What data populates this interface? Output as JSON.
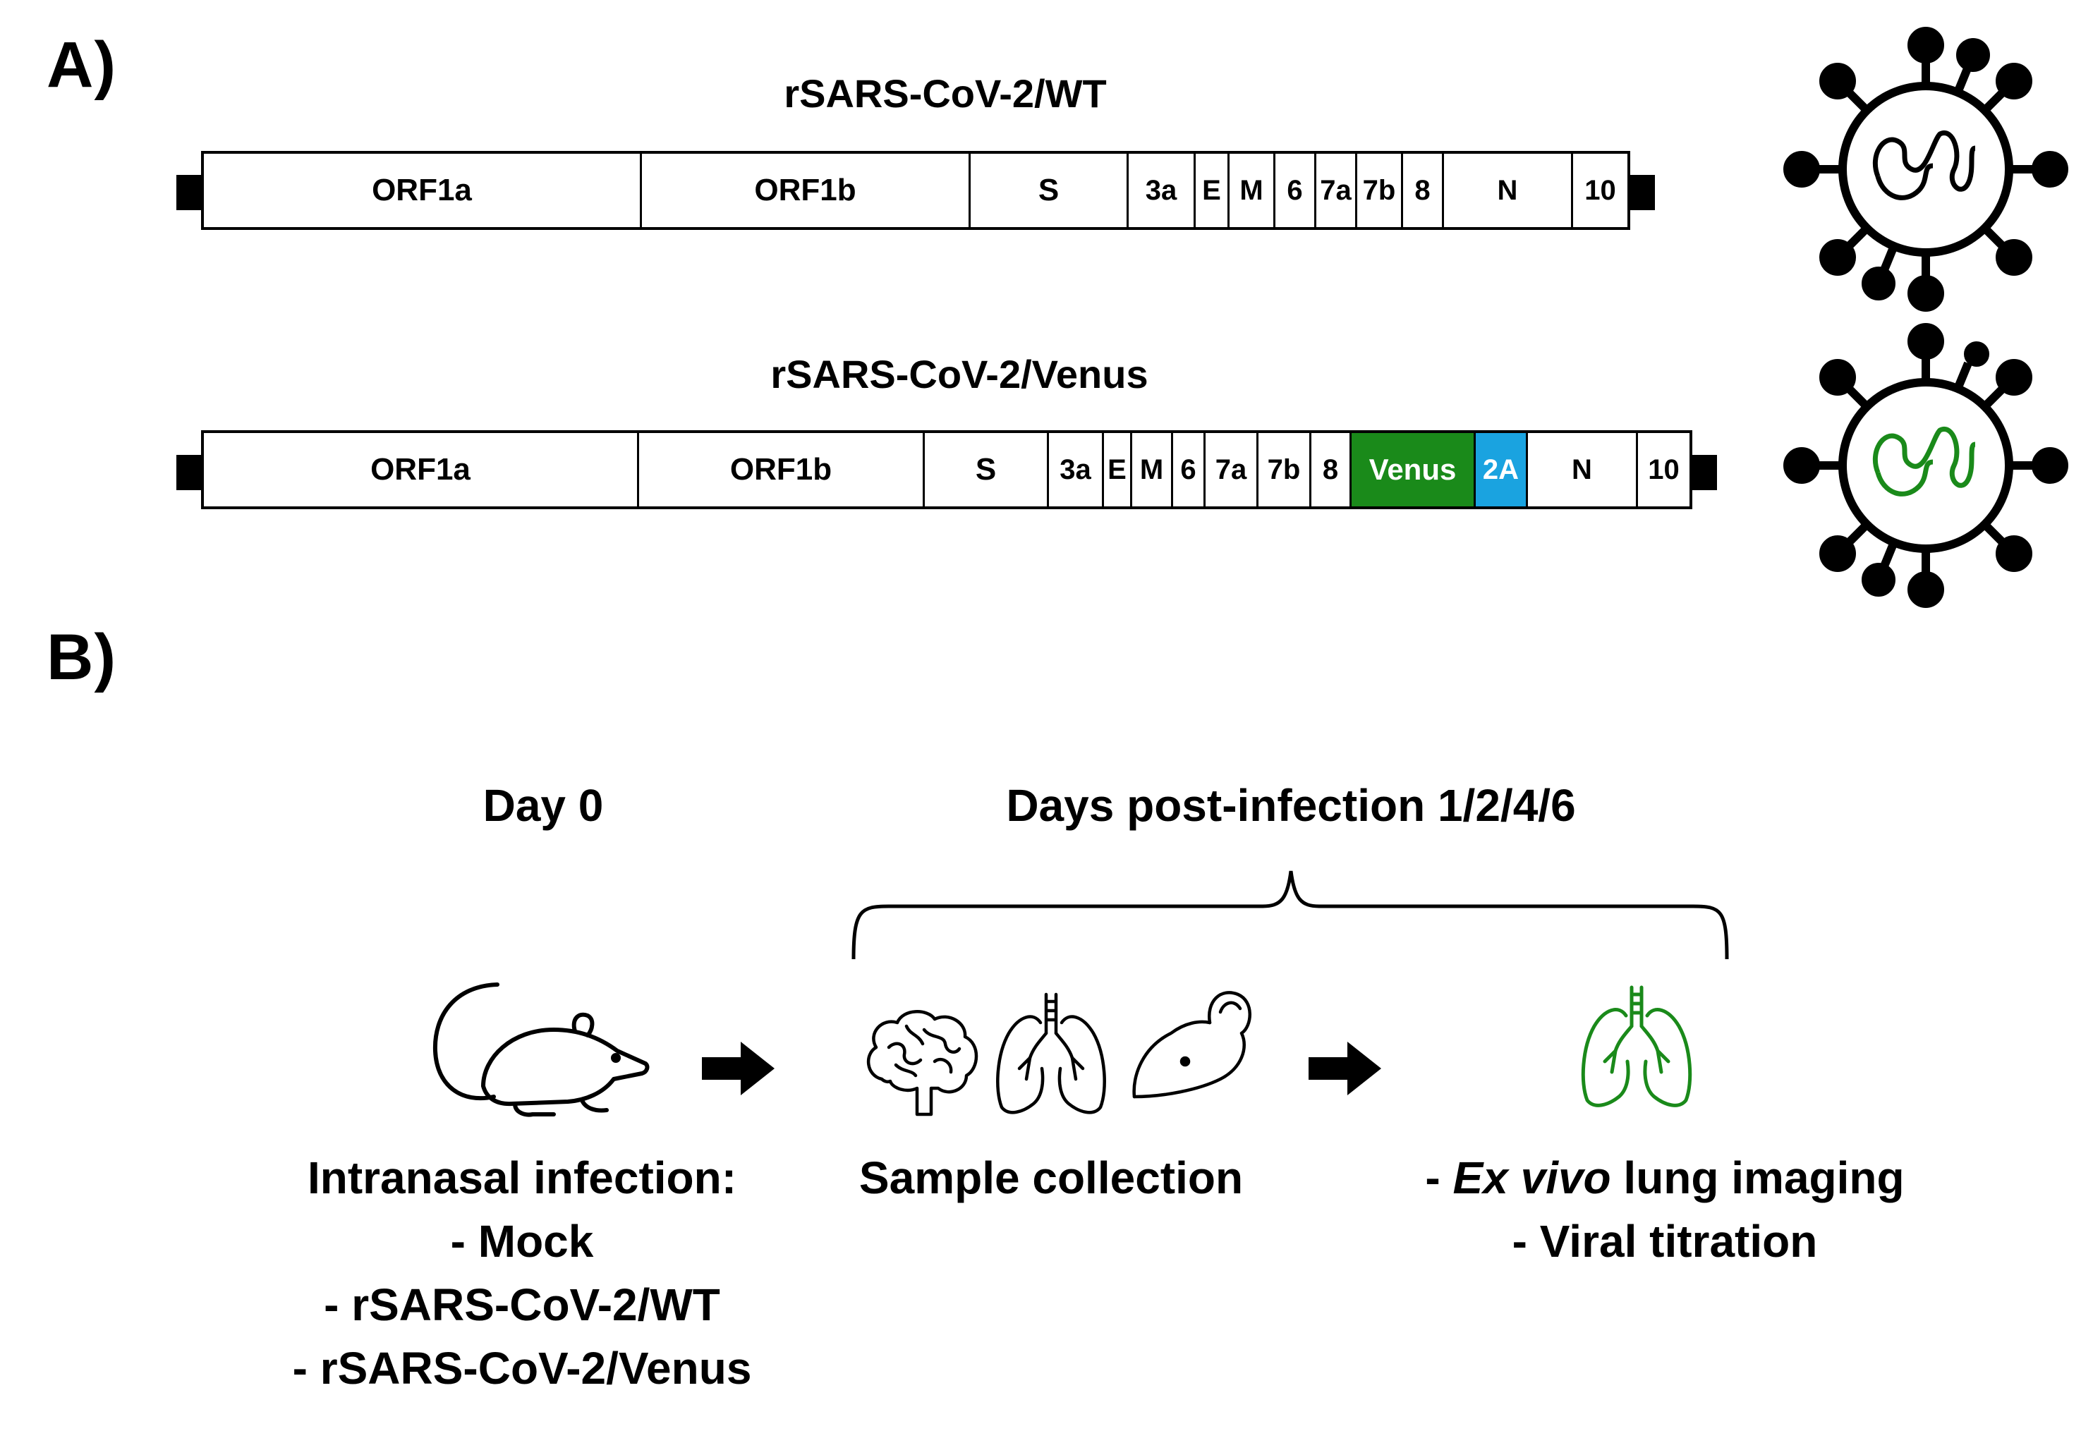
{
  "panel_a": {
    "label": "A)",
    "wt": {
      "title": "rSARS-CoV-2/WT",
      "genes": [
        "ORF1a",
        "ORF1b",
        "S",
        "3a",
        "E",
        "M",
        "6",
        "7a",
        "7b",
        "8",
        "N",
        "10"
      ]
    },
    "venus": {
      "title": "rSARS-CoV-2/Venus",
      "genes": [
        "ORF1a",
        "ORF1b",
        "S",
        "3a",
        "E",
        "M",
        "6",
        "7a",
        "7b",
        "8",
        "Venus",
        "2A",
        "N",
        "10"
      ]
    },
    "colors": {
      "venus": "#1a8a1a",
      "two_a": "#1aa3e0",
      "green_genome": "#1a8a1a"
    }
  },
  "panel_b": {
    "label": "B)",
    "day0": "Day 0",
    "days_post": "Days post-infection 1/2/4/6",
    "step1": {
      "title": "Intranasal infection:",
      "items": [
        "- Mock",
        "- rSARS-CoV-2/WT",
        "- rSARS-CoV-2/Venus"
      ]
    },
    "step2": {
      "title": "Sample collection"
    },
    "step3": {
      "line1_prefix": "- ",
      "line1_italic": "Ex vivo",
      "line1_suffix": " lung imaging",
      "line2": "- Viral titration"
    },
    "icons": [
      "mouse-icon",
      "arrow-icon",
      "brain-icon",
      "lungs-icon",
      "mouse-head-icon",
      "arrow-icon",
      "green-lungs-icon"
    ]
  }
}
